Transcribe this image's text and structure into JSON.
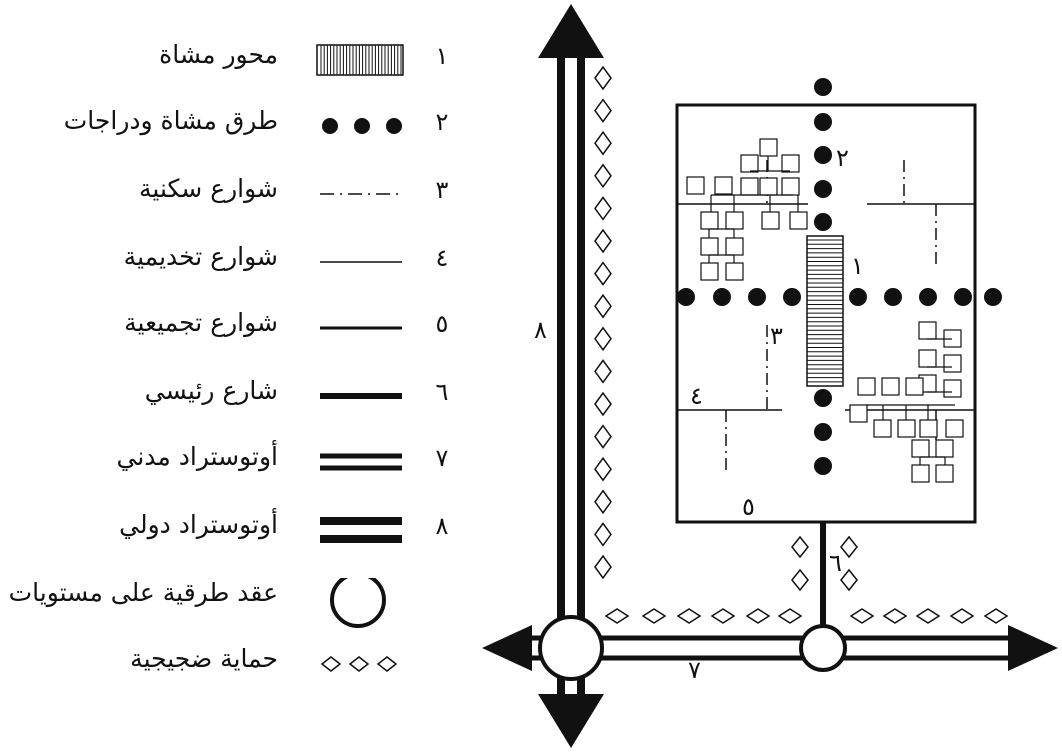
{
  "legend": [
    {
      "num": "١",
      "label": "محور مشاة",
      "symbol": "hatched-rect"
    },
    {
      "num": "٢",
      "label": "طرق مشاة ودراجات",
      "symbol": "dots"
    },
    {
      "num": "٣",
      "label": "شوارع سكنية",
      "symbol": "dash-dot-line"
    },
    {
      "num": "٤",
      "label": "شوارع تخديمية",
      "symbol": "thin-line"
    },
    {
      "num": "٥",
      "label": "شوارع تجميعية",
      "symbol": "medium-line"
    },
    {
      "num": "٦",
      "label": "شارع رئيسي",
      "symbol": "thick-line"
    },
    {
      "num": "٧",
      "label": "أوتوستراد مدني",
      "symbol": "double-line"
    },
    {
      "num": "٨",
      "label": "أوتوستراد دولي",
      "symbol": "double-thick-line"
    },
    {
      "num": "",
      "label": "عقد طرقية على مستويات",
      "symbol": "circle"
    },
    {
      "num": "",
      "label": "حماية ضجيجية",
      "symbol": "diamonds"
    }
  ],
  "diagram": {
    "labels": {
      "pedestrian_axis": "١",
      "pedestrian_path": "٢",
      "residential_street": "٣",
      "service_street": "٤",
      "collector_street": "٥",
      "main_street": "٦",
      "urban_highway": "٧",
      "intl_highway": "٨"
    }
  }
}
